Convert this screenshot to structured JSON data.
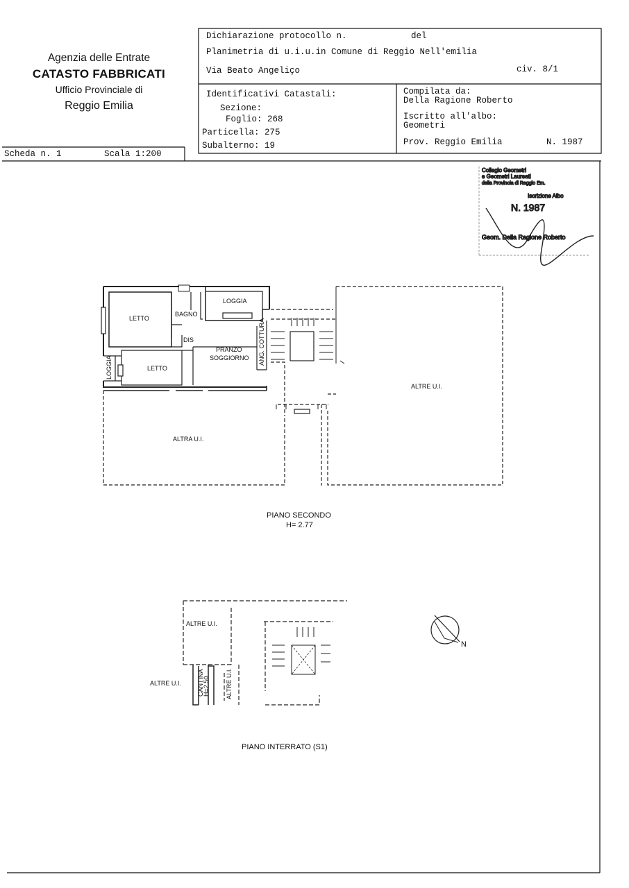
{
  "agency": {
    "line1": "Agenzia delle Entrate",
    "line2": "CATASTO FABBRICATI",
    "line3": "Ufficio Provinciale di",
    "line4": "Reggio Emilia"
  },
  "header": {
    "dichiarazione": "Dichiarazione protocollo n.",
    "del": "del",
    "planimetria": "Planimetria di u.i.u.in Comune di Reggio Nell'emilia",
    "via": "Via Beato Angeliço",
    "civ": "civ. 8/1"
  },
  "identificativi": {
    "title": "Identificativi Catastali:",
    "sezione": "Sezione:",
    "foglio": "Foglio: 268",
    "particella": "Particella: 275",
    "subalterno": "Subalterno: 19"
  },
  "compilata": {
    "label": "Compilata da:",
    "name": "Della Ragione Roberto",
    "iscritto_label": "Iscritto all'albo:",
    "iscritto_value": "Geometri",
    "prov": "Prov. Reggio Emilia",
    "numero": "N. 1987"
  },
  "scheda": {
    "scheda": "Scheda n. 1",
    "scala": "Scala 1:200"
  },
  "stamp": {
    "line1": "Collegio Geometri",
    "line2": "e Geometri Laureati",
    "line3": "della Provincia di Reggio Em.",
    "line4": "Iscrizione Albo",
    "line5": "N. 1987",
    "line6": "Geom. Della Ragione Roberto"
  },
  "plan_second": {
    "rooms": {
      "letto1": "LETTO",
      "bagno": "BAGNO",
      "loggia_top": "LOGGIA",
      "dis": "DIS",
      "pranzo": "PRANZO",
      "soggiorno": "SOGGIORNO",
      "ang_cottura": "ANG. COTTURA",
      "loggia_side": "LOGGIA",
      "letto2": "LETTO",
      "altre_ui": "ALTRE U.I.",
      "altra_ui": "ALTRA U.I."
    },
    "caption": "PIANO SECONDO",
    "height": "H= 2.77"
  },
  "plan_basement": {
    "altre_top": "ALTRE U.I.",
    "altre_left": "ALTRE U.I.",
    "cantina": "CANTINA",
    "cantina_h": "H=2.50",
    "altre_vertical": "ALTRE U.I.",
    "caption": "PIANO INTERRATO (S1)"
  },
  "compass": {
    "label": "N"
  }
}
